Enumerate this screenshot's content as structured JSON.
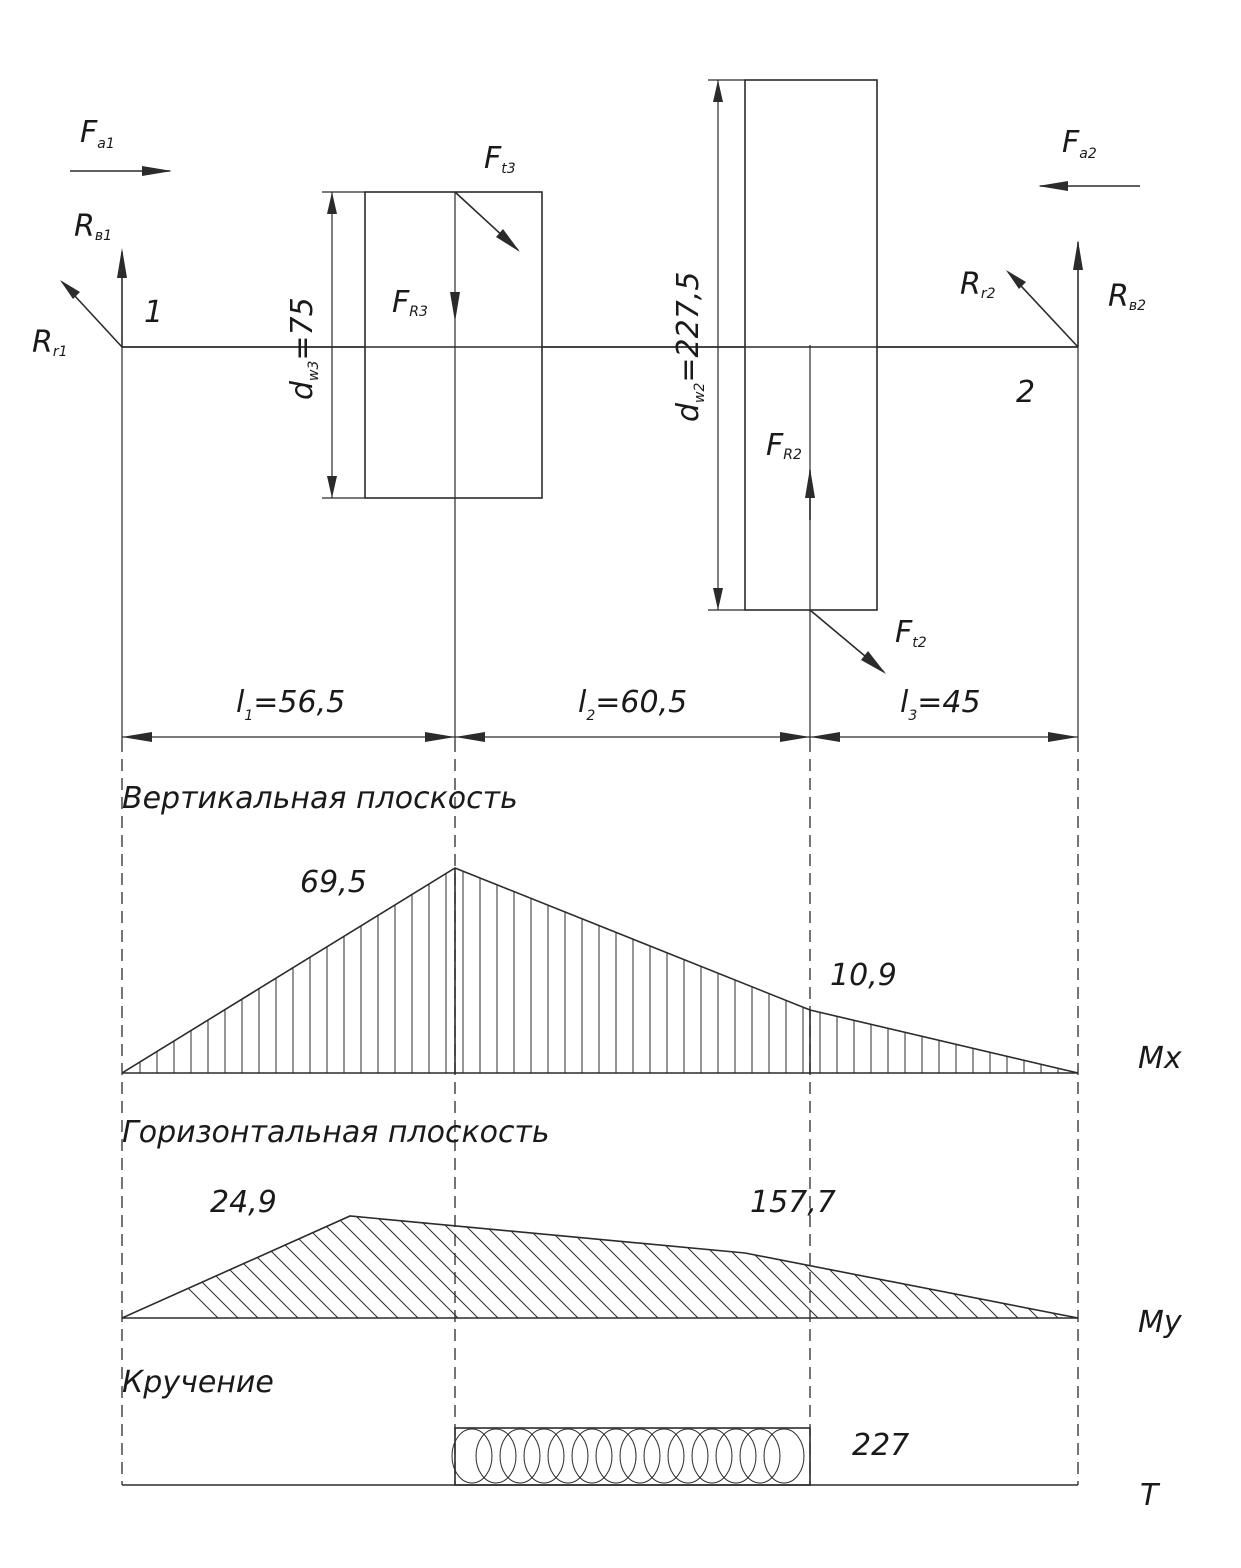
{
  "forces": {
    "fa1_main": "F",
    "fa1_sub": "a1",
    "fa2_main": "F",
    "fa2_sub": "a2",
    "ft3_main": "F",
    "ft3_sub": "t3",
    "fr3_main": "F",
    "fr3_sub": "R3",
    "fr2_main": "F",
    "fr2_sub": "R2",
    "ft2_main": "F",
    "ft2_sub": "t2",
    "rv1_main": "R",
    "rv1_sub": "в1",
    "rr1_main": "R",
    "rr1_sub": "r1",
    "rr2_main": "R",
    "rr2_sub": "r2",
    "rv2_main": "R",
    "rv2_sub": "в2"
  },
  "supports": {
    "left": "1",
    "right": "2"
  },
  "diameters": {
    "dw3_main": "d",
    "dw3_sub": "w3",
    "dw3_value": "=75",
    "dw2_main": "d",
    "dw2_sub": "w2",
    "dw2_value": "=227,5"
  },
  "spans": {
    "l1_main": "l",
    "l1_sub": "1",
    "l1_value": "=56,5",
    "l2_main": "l",
    "l2_sub": "2",
    "l2_value": "=60,5",
    "l3_main": "l",
    "l3_sub": "3",
    "l3_value": "=45"
  },
  "diagrams": {
    "vertical": {
      "caption": "Вертикальная плоскость",
      "axis": "Mx",
      "peak1": "69,5",
      "peak2": "10,9"
    },
    "horizontal": {
      "caption": "Горизонтальная плоскость",
      "axis": "My",
      "peak1": "24,9",
      "peak2": "157,7"
    },
    "torsion": {
      "caption": "Кручение",
      "axis": "T",
      "value": "227"
    }
  }
}
